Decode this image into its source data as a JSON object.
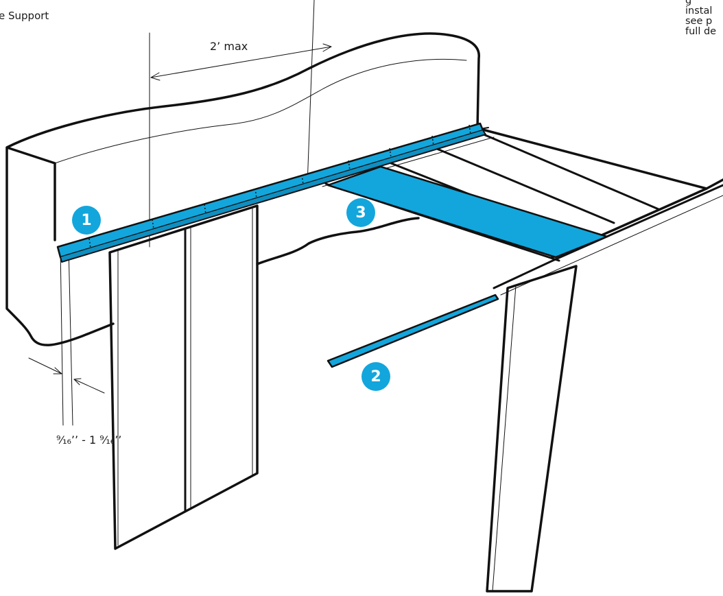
{
  "diagram": {
    "subtitle": "e Support",
    "dimension_spacing": "2’ max",
    "dimension_offset": "⁹⁄₁₆’’ - 1 ⁹⁄₁₆’’",
    "side_note": "g\ninstal\nsee p\nfull de",
    "callouts": [
      {
        "number": "1"
      },
      {
        "number": "2"
      },
      {
        "number": "3"
      }
    ],
    "colors": {
      "highlight": "#12a6dc",
      "line": "#111111",
      "background": "#ffffff"
    }
  }
}
